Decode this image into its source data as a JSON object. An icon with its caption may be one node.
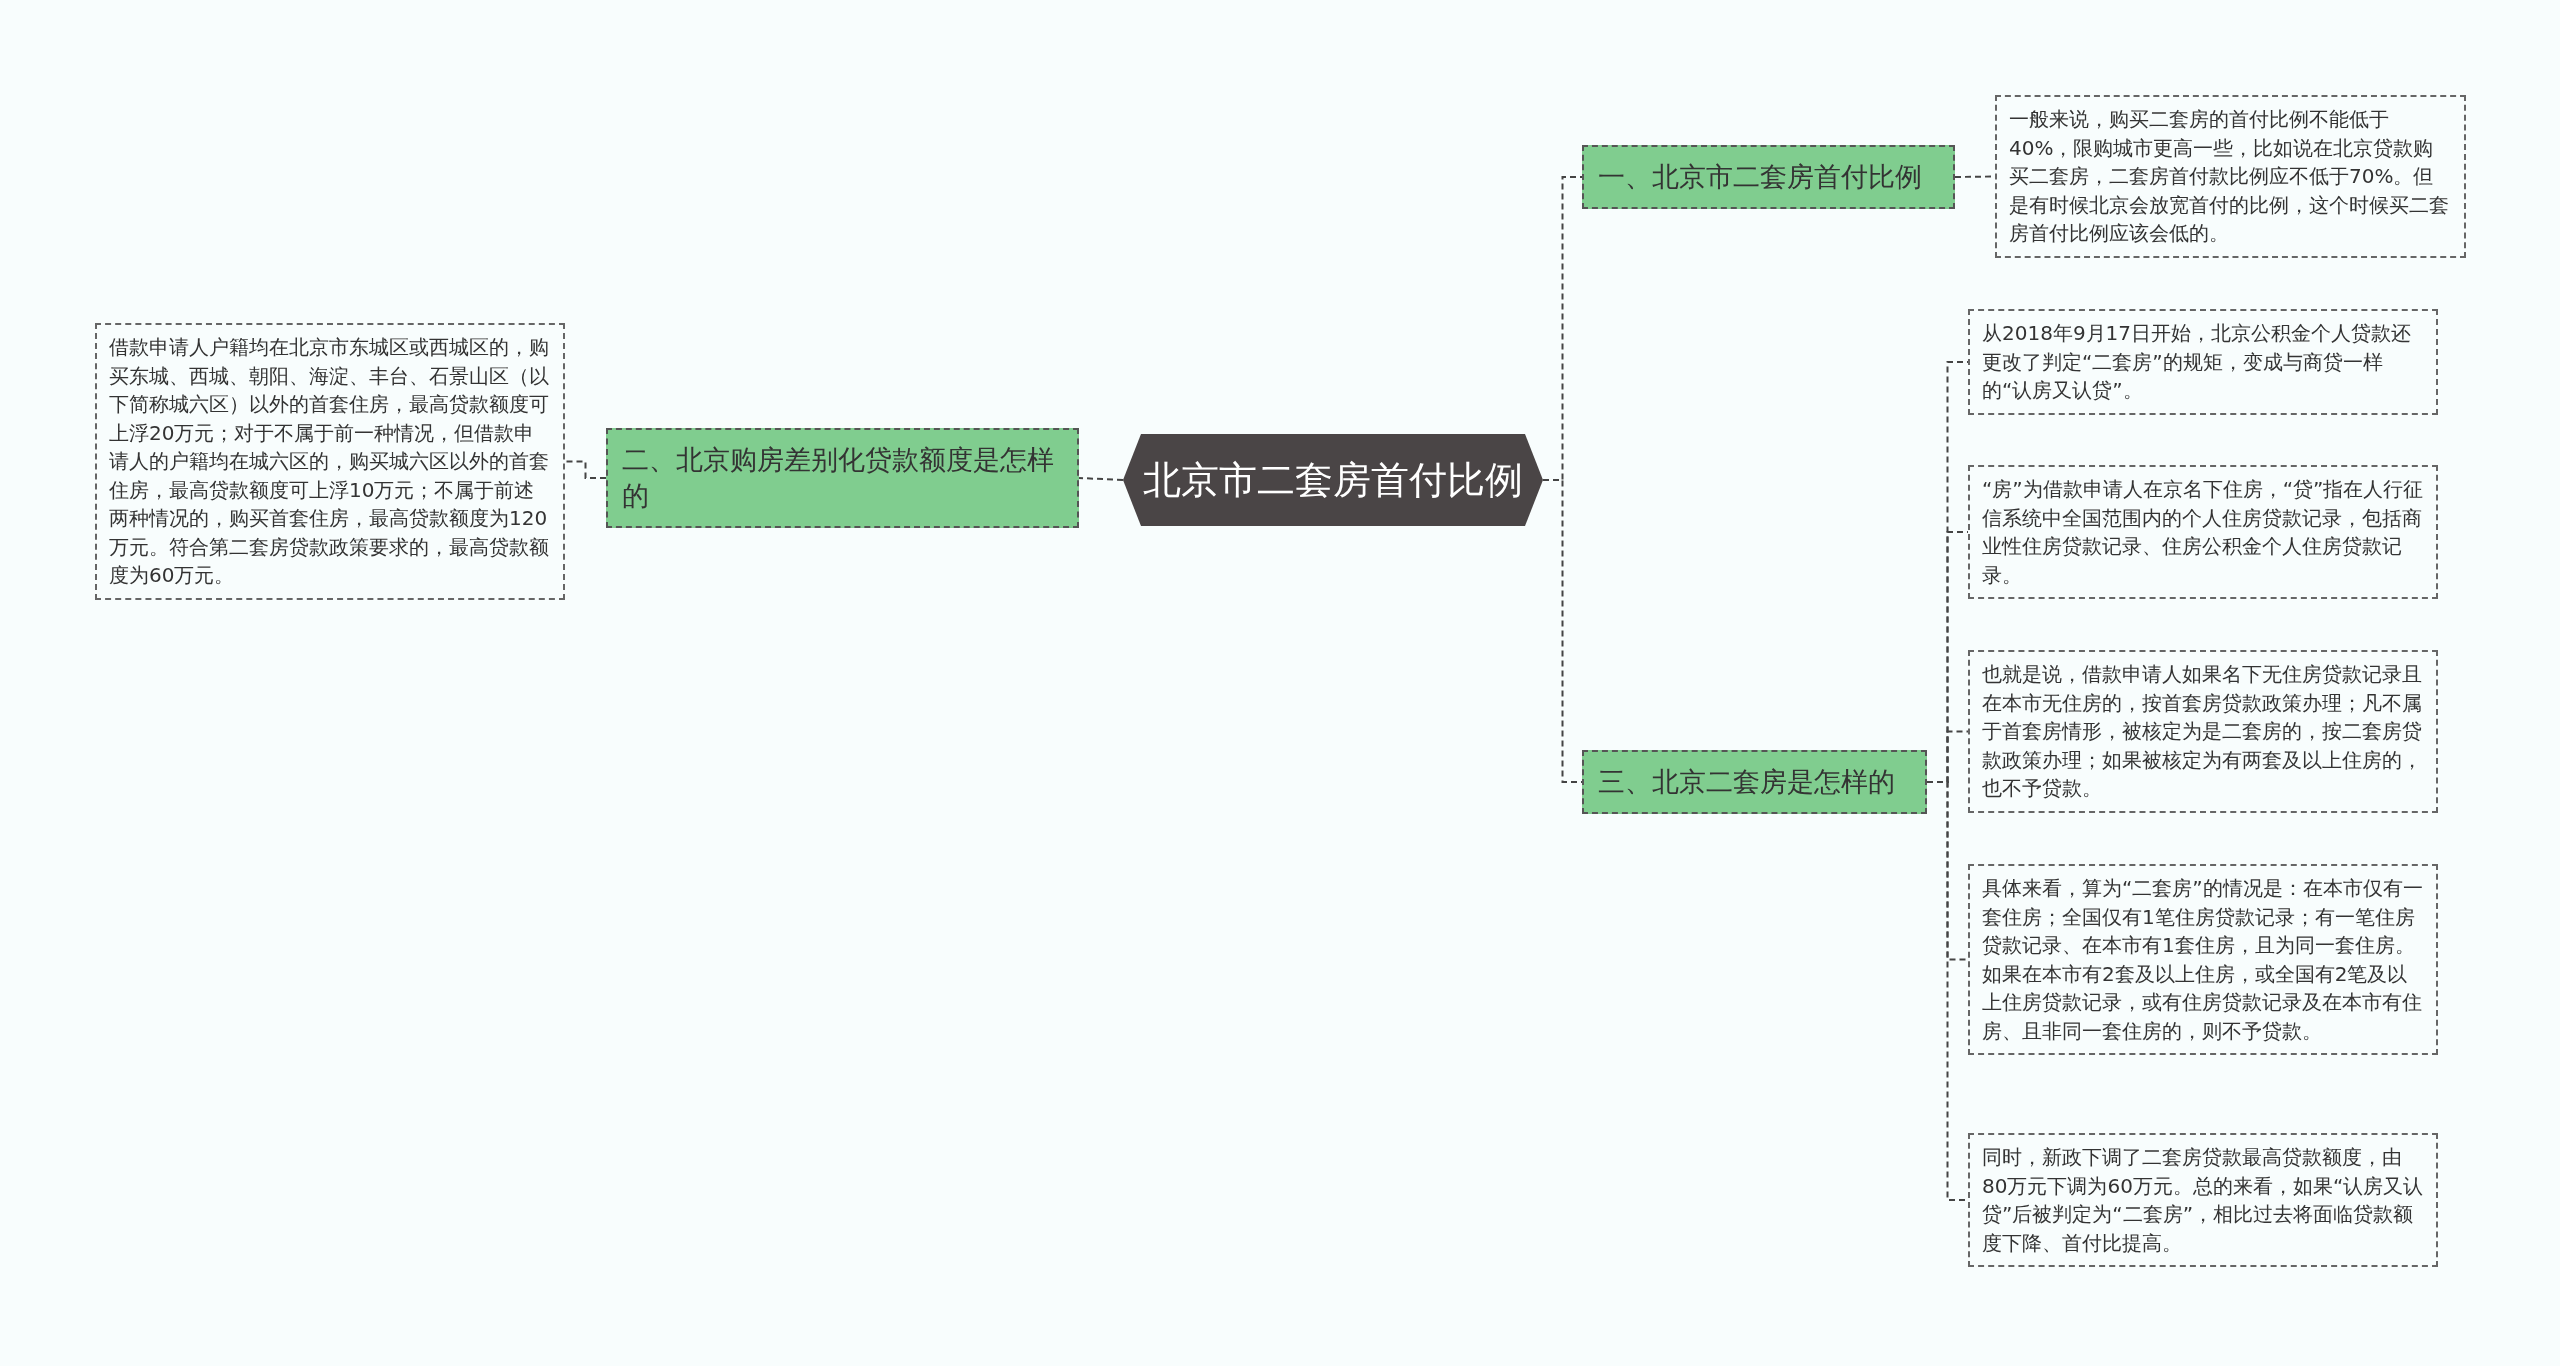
{
  "diagram": {
    "nodes": [
      {
        "text": [
          "北京市二套房首付比例"
        ]
      },
      {
        "text": [
          "一、北京市二套房首付比例"
        ]
      },
      {
        "text": [
          "一般来说，购买二套房的首付比例不能低于40%，限购城市更高一些，比如说在北京贷款购买二套房，二套房首付款比例应不低于70%。但是有时候北京会放宽首付的比例，这个时候买二套房首付比例应该会低的。"
        ]
      },
      {
        "text": [
          "二、北京购房差别化贷款额度是怎样的"
        ]
      },
      {
        "text": [
          "借款申请人户籍均在北京市东城区或西城区的，购买东城、西城、朝阳、海淀、丰台、石景山区（以下简称城六区）以外的首套住房，最高贷款额度可上浮20万元；对于不属于前一种情况，但借款申请人的户籍均在城六区的，购买城六区以外的首套住房，最高贷款额度可上浮10万元；不属于前述两种情况的，购买首套住房，最高贷款额度为120万元。符合第二套房贷款政策要求的，最高贷款额度为60万元。"
        ]
      },
      {
        "text": [
          "三、北京二套房是怎样的"
        ]
      },
      {
        "text": [
          "从2018年9月17日开始，北京公积金个人贷款还更改了判定“二套房”的规矩，变成与商贷一样的“认房又认贷”。"
        ]
      },
      {
        "text": [
          "“房”为借款申请人在京名下住房，“贷”指在人行征信系统中全国范围内的个人住房贷款记录，包括商业性住房贷款记录、住房公积金个人住房贷款记录。"
        ]
      },
      {
        "text": [
          "也就是说，借款申请人如果名下无住房贷款记录且在本市无住房的，按首套房贷款政策办理；凡不属于首套房情形，被核定为是二套房的，按二套房贷款政策办理；如果被核定为有两套及以上住房的，也不予贷款。"
        ]
      },
      {
        "text": [
          "具体来看，算为“二套房”的情况是：在本市仅有一套住房；全国仅有1笔住房贷款记录；有一笔住房贷款记录、在本市有1套住房，且为同一套住房。如果在本市有2套及以上住房，或全国有2笔及以上住房贷款记录，或有住房贷款记录及在本市有住房、且非同一套住房的，则不予贷款。"
        ]
      },
      {
        "text": [
          "同时，新政下调了二套房贷款最高贷款额度，由80万元下调为60万元。总的来看，如果“认房又认贷”后被判定为“二套房”，相比过去将面临贷款额度下降、首付比提高。"
        ]
      }
    ],
    "edges": [
      {
        "from": 0,
        "to": 1,
        "arrow": "none"
      },
      {
        "from": 1,
        "to": 2,
        "arrow": "none"
      },
      {
        "from": 0,
        "to": 3,
        "arrow": "none"
      },
      {
        "from": 3,
        "to": 4,
        "arrow": "none"
      },
      {
        "from": 0,
        "to": 5,
        "arrow": "none"
      },
      {
        "from": 5,
        "to": 6,
        "arrow": "none"
      },
      {
        "from": 5,
        "to": 7,
        "arrow": "none"
      },
      {
        "from": 5,
        "to": 8,
        "arrow": "none"
      },
      {
        "from": 5,
        "to": 9,
        "arrow": "none"
      },
      {
        "from": 5,
        "to": 10,
        "arrow": "none"
      }
    ]
  }
}
